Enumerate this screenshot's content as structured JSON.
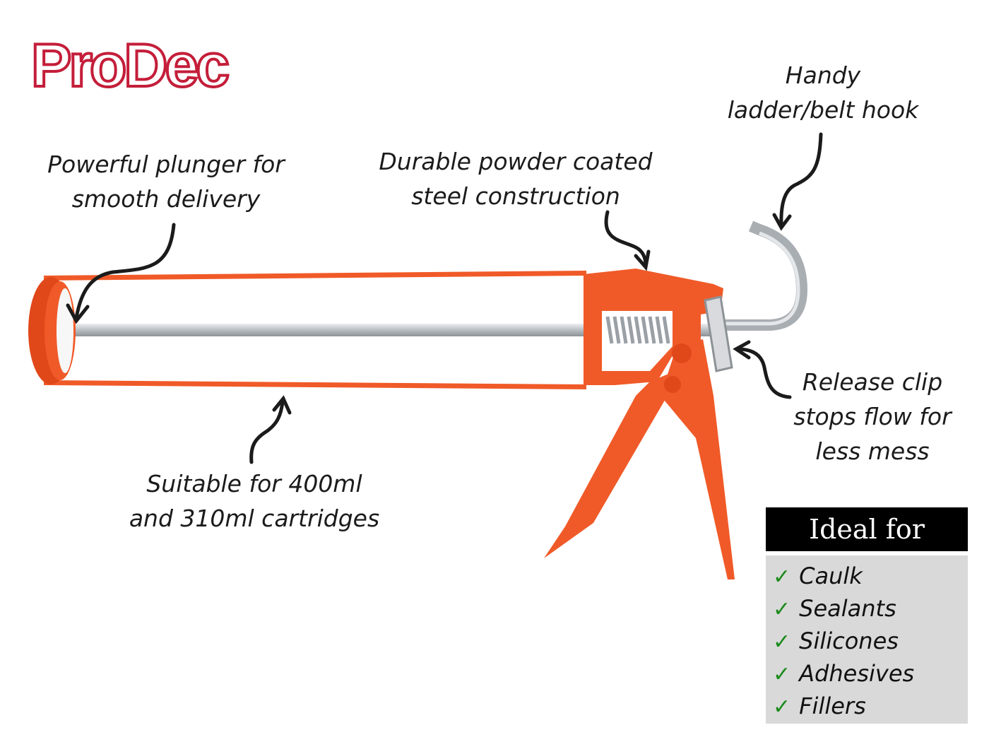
{
  "brand": {
    "logo_text": "ProDec",
    "logo_color": "#c41e3a"
  },
  "colors": {
    "gun_orange": "#f05a28",
    "rod_silver": "#c8ccd0",
    "arrow_black": "#1b1b1b",
    "check_green": "#1a8a1a"
  },
  "annotations": {
    "plunger": {
      "line1": "Powerful plunger for",
      "line2": "smooth delivery"
    },
    "steel": {
      "line1": "Durable powder coated",
      "line2": "steel construction"
    },
    "hook": {
      "line1": "Handy",
      "line2": "ladder/belt hook"
    },
    "release": {
      "line1": "Release clip",
      "line2": "stops flow for",
      "line3": "less mess"
    },
    "cartridge": {
      "line1": "Suitable for 400ml",
      "line2": "and 310ml cartridges"
    }
  },
  "ideal_for": {
    "title": "Ideal for",
    "check_icon": "checkmark-icon",
    "items": [
      "Caulk",
      "Sealants",
      "Silicones",
      "Adhesives",
      "Fillers"
    ]
  }
}
